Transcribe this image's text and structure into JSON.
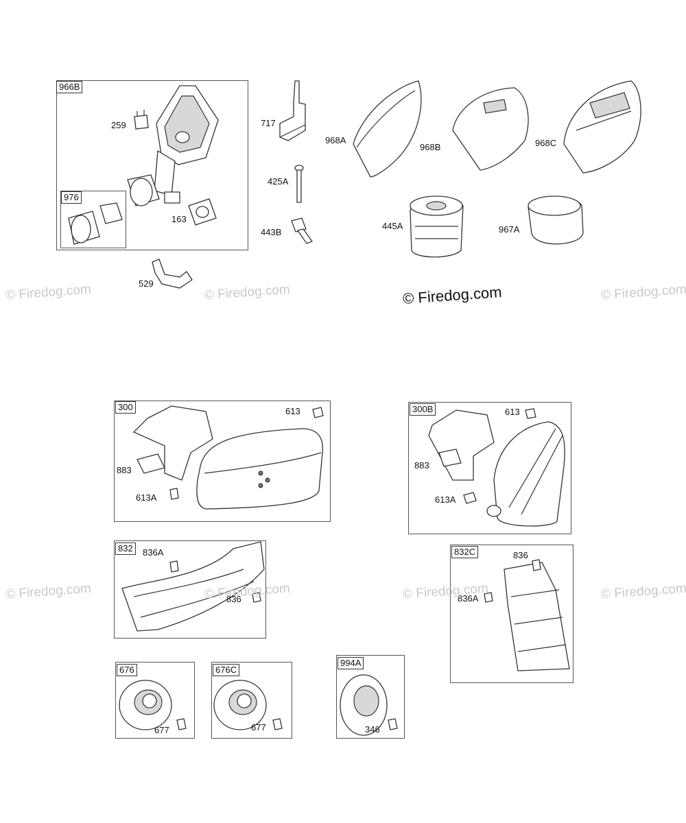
{
  "watermark": {
    "text": "© Firedog.com",
    "main_text": "© Firedog.com"
  },
  "groups": [
    {
      "id": "966B",
      "label": "966B"
    },
    {
      "id": "976",
      "label": "976"
    },
    {
      "id": "300",
      "label": "300"
    },
    {
      "id": "300B",
      "label": "300B"
    },
    {
      "id": "832",
      "label": "832"
    },
    {
      "id": "832C",
      "label": "832C"
    },
    {
      "id": "676",
      "label": "676"
    },
    {
      "id": "676C",
      "label": "676C"
    },
    {
      "id": "994A",
      "label": "994A"
    }
  ],
  "parts": {
    "p259": "259",
    "p163": "163",
    "p529": "529",
    "p717": "717",
    "p425A": "425A",
    "p443B": "443B",
    "p968A": "968A",
    "p968B": "968B",
    "p968C": "968C",
    "p445A": "445A",
    "p967A": "967A",
    "p300_613": "613",
    "p300_883": "883",
    "p300_613A": "613A",
    "p300B_613": "613",
    "p300B_883": "883",
    "p300B_613A": "613A",
    "p832_836A": "836A",
    "p832_836": "836",
    "p832C_836": "836",
    "p832C_836A": "836A",
    "p676_677": "677",
    "p676C_677": "677",
    "p994A_346": "346"
  }
}
